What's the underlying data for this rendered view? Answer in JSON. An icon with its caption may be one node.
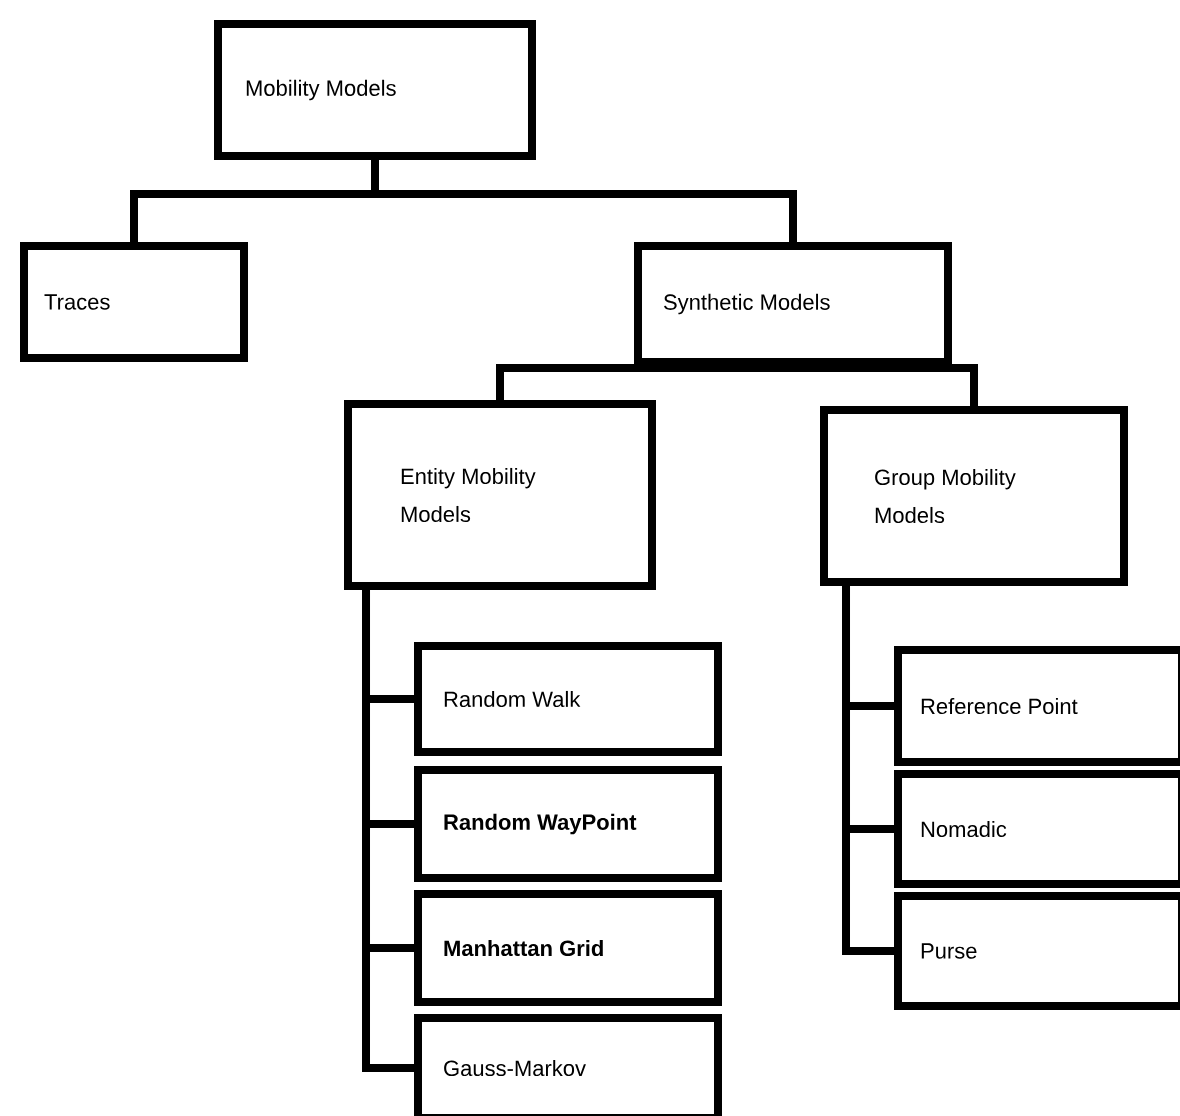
{
  "diagram": {
    "nodes": [
      {
        "text": [
          "Mobility Models"
        ]
      },
      {
        "text": [
          "Traces"
        ]
      },
      {
        "text": [
          "Synthetic Models"
        ]
      },
      {
        "text": [
          "Entity Mobility Models"
        ]
      },
      {
        "text": [
          "Group Mobility Models"
        ]
      },
      {
        "text": [
          "Random Walk"
        ]
      },
      {
        "text": [
          "Random WayPoint"
        ]
      },
      {
        "text": [
          "Manhattan Grid"
        ]
      },
      {
        "text": [
          "Gauss-Markov"
        ]
      },
      {
        "text": [
          "Reference Point"
        ]
      },
      {
        "text": [
          "Nomadic"
        ]
      },
      {
        "text": [
          "Purse"
        ]
      }
    ],
    "edges": [
      {
        "from": 0,
        "to": 1,
        "arrow": "none"
      },
      {
        "from": 0,
        "to": 2,
        "arrow": "none"
      },
      {
        "from": 2,
        "to": 3,
        "arrow": "none"
      },
      {
        "from": 2,
        "to": 4,
        "arrow": "none"
      },
      {
        "from": 3,
        "to": 5,
        "arrow": "none"
      },
      {
        "from": 3,
        "to": 6,
        "arrow": "none"
      },
      {
        "from": 3,
        "to": 7,
        "arrow": "none"
      },
      {
        "from": 3,
        "to": 8,
        "arrow": "none"
      },
      {
        "from": 4,
        "to": 9,
        "arrow": "none"
      },
      {
        "from": 4,
        "to": 10,
        "arrow": "none"
      },
      {
        "from": 4,
        "to": 11,
        "arrow": "none"
      }
    ]
  }
}
